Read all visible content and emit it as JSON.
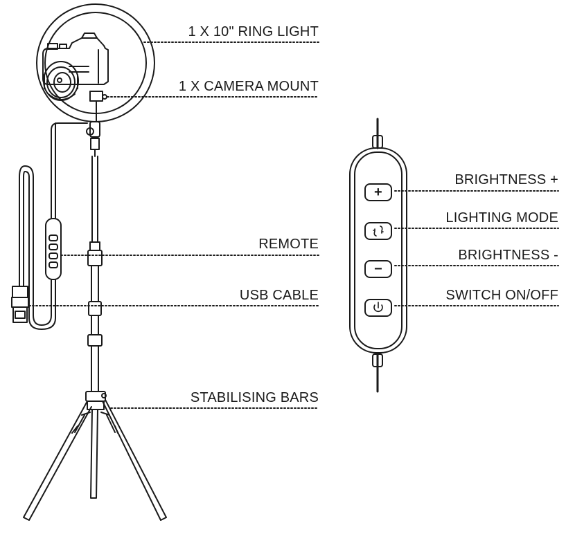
{
  "labels": {
    "ring_light": "1 X 10\" RING LIGHT",
    "camera_mount": "1 X CAMERA MOUNT",
    "remote": "REMOTE",
    "usb_cable": "USB CABLE",
    "stabilising_bars": "STABILISING BARS",
    "brightness_plus": "BRIGHTNESS +",
    "lighting_mode": "LIGHTING MODE",
    "brightness_minus": "BRIGHTNESS -",
    "switch_on_off": "SWITCH ON/OFF"
  },
  "buttons": {
    "plus_symbol": "+",
    "minus_symbol": "−"
  },
  "colors": {
    "line": "#1a1a1a",
    "background": "#ffffff"
  }
}
